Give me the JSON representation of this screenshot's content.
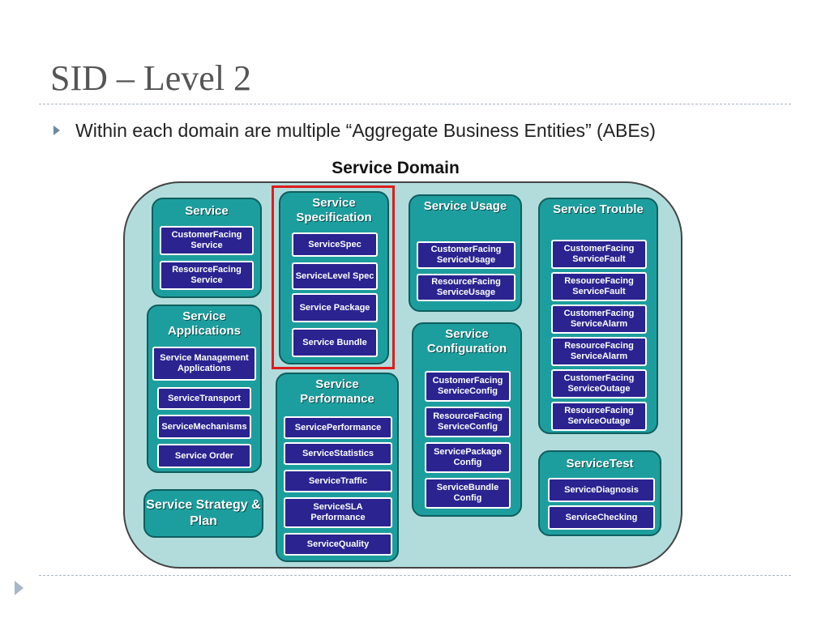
{
  "slide": {
    "title": "SID – Level 2",
    "bullet": "Within each domain are multiple “Aggregate Business Entities” (ABEs)",
    "caption": "Service Domain"
  },
  "groups": [
    {
      "name": "service",
      "title": "Service",
      "entities": [
        "CustomerFacing Service",
        "ResourceFacing Service"
      ]
    },
    {
      "name": "service-specification",
      "title": "Service Specification",
      "entities": [
        "ServiceSpec",
        "ServiceLevel Spec",
        "Service Package",
        "Service Bundle"
      ]
    },
    {
      "name": "service-usage",
      "title": "Service Usage",
      "entities": [
        "CustomerFacing ServiceUsage",
        "ResourceFacing ServiceUsage"
      ]
    },
    {
      "name": "service-trouble",
      "title": "Service Trouble",
      "entities": [
        "CustomerFacing ServiceFault",
        "ResourceFacing ServiceFault",
        "CustomerFacing ServiceAlarm",
        "ResourceFacing ServiceAlarm",
        "CustomerFacing ServiceOutage",
        "ResourceFacing ServiceOutage"
      ]
    },
    {
      "name": "service-applications",
      "title": "Service Applications",
      "entities": [
        "Service Management Applications",
        "ServiceTransport",
        "ServiceMechanisms",
        "Service Order"
      ]
    },
    {
      "name": "service-configuration",
      "title": "Service Configuration",
      "entities": [
        "CustomerFacing ServiceConfig",
        "ResourceFacing ServiceConfig",
        "ServicePackage Config",
        "ServiceBundle Config"
      ]
    },
    {
      "name": "service-performance",
      "title": "Service Performance",
      "entities": [
        "ServicePerformance",
        "ServiceStatistics",
        "ServiceTraffic",
        "ServiceSLA Performance",
        "ServiceQuality"
      ]
    },
    {
      "name": "service-strategy-plan",
      "title": "Service Strategy & Plan",
      "entities": []
    },
    {
      "name": "service-test",
      "title": "ServiceTest",
      "entities": [
        "ServiceDiagnosis",
        "ServiceChecking"
      ]
    }
  ],
  "colors": {
    "group_fill": "#1d9e9e",
    "entity_fill": "#2a2390",
    "domain_fill": "#b2dcdc",
    "highlight": "#e01b1b"
  }
}
